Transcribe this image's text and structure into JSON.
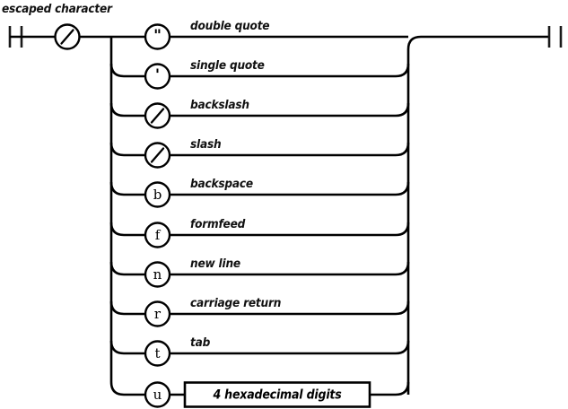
{
  "diagram": {
    "title": "escaped character",
    "type": "railroad-syntax-diagram",
    "colors": {
      "rail": "#000000",
      "background": "#ffffff",
      "text": "#111111"
    },
    "start_terminal": "double-bar",
    "end_terminal": "double-bar",
    "prefix_token": {
      "glyph": "\\",
      "icon": "backslash-circle",
      "shape": "circle"
    },
    "branches": [
      {
        "glyph": "\"",
        "icon": "double-quote-circle",
        "label": "double quote"
      },
      {
        "glyph": "'",
        "icon": "single-quote-circle",
        "label": "single quote"
      },
      {
        "glyph": "\\",
        "icon": "backslash-circle",
        "label": "backslash"
      },
      {
        "glyph": "/",
        "icon": "slash-circle",
        "label": "slash"
      },
      {
        "glyph": "b",
        "icon": "letter-b-circle",
        "label": "backspace"
      },
      {
        "glyph": "f",
        "icon": "letter-f-circle",
        "label": "formfeed"
      },
      {
        "glyph": "n",
        "icon": "letter-n-circle",
        "label": "new line"
      },
      {
        "glyph": "r",
        "icon": "letter-r-circle",
        "label": "carriage return"
      },
      {
        "glyph": "t",
        "icon": "letter-t-circle",
        "label": "tab"
      },
      {
        "glyph": "u",
        "icon": "letter-u-circle",
        "label": "",
        "nonterminal": "4 hexadecimal digits"
      }
    ]
  }
}
